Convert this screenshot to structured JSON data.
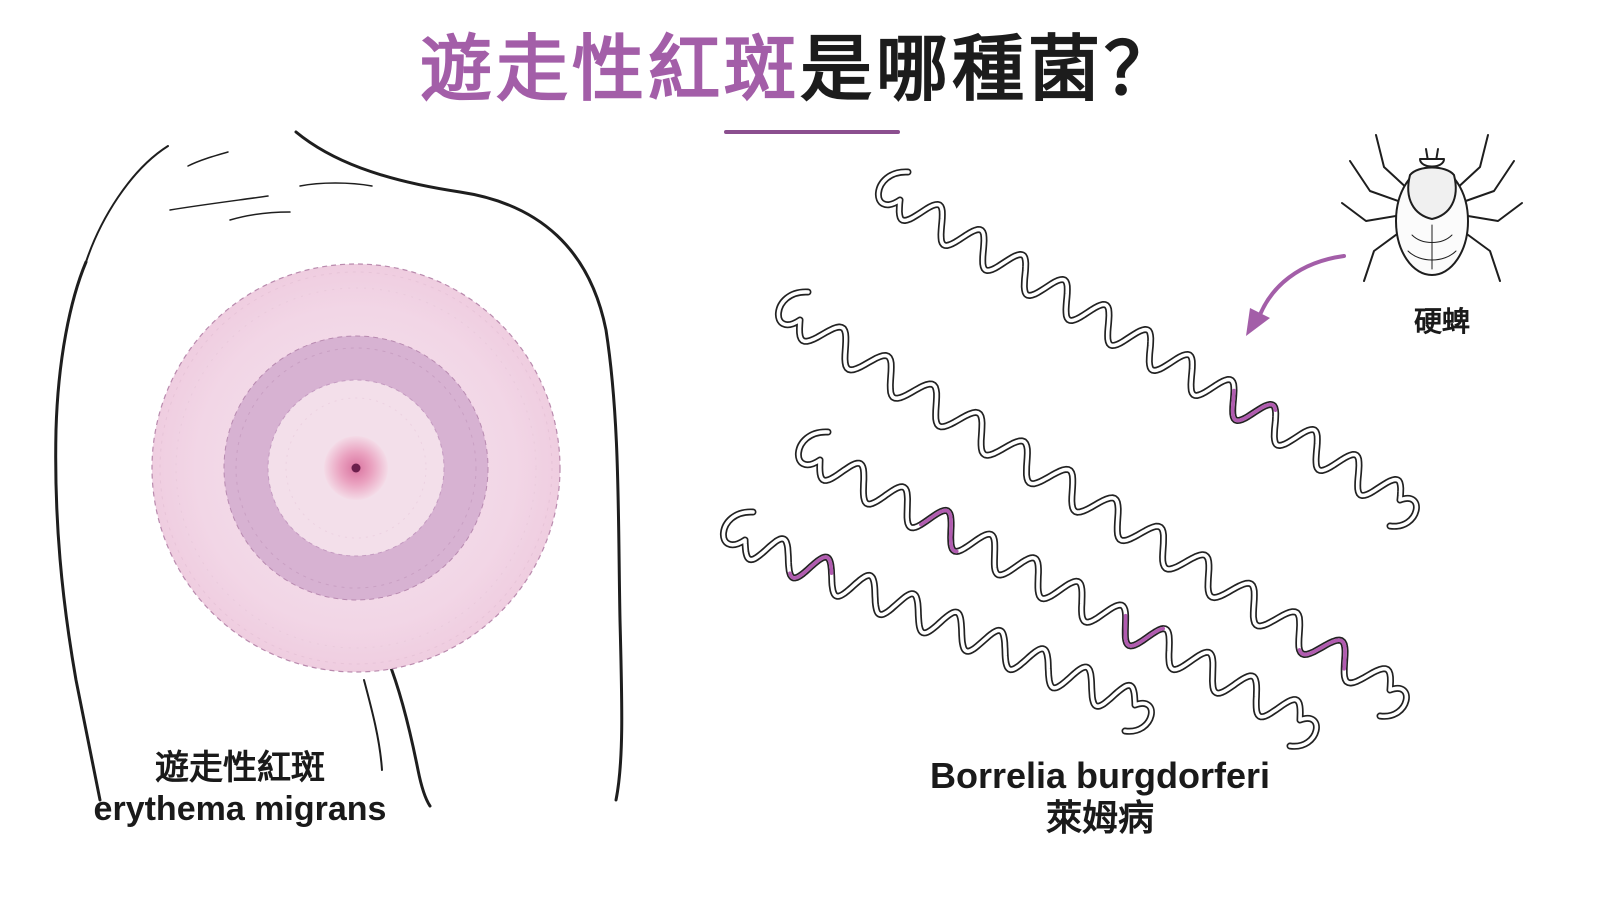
{
  "title": {
    "highlight": "遊走性紅斑",
    "rest": "是哪種菌？"
  },
  "left_label": {
    "zh": "遊走性紅斑",
    "en": "erythema migrans"
  },
  "right_label": {
    "en": "Borrelia burgdorferi",
    "zh": "萊姆病"
  },
  "tick_label": "硬蜱",
  "colors": {
    "accent": "#a35ea8",
    "underline": "#8b4f8f",
    "rash_outer": "#f3dbe8",
    "rash_band": "#d9b3d3",
    "rash_center": "#e8a4c0",
    "spirochete_highlight": "#b15bb0"
  },
  "icons": [
    "tick-icon",
    "curved-arrow-icon",
    "spirochete-icon",
    "torso-outline"
  ]
}
